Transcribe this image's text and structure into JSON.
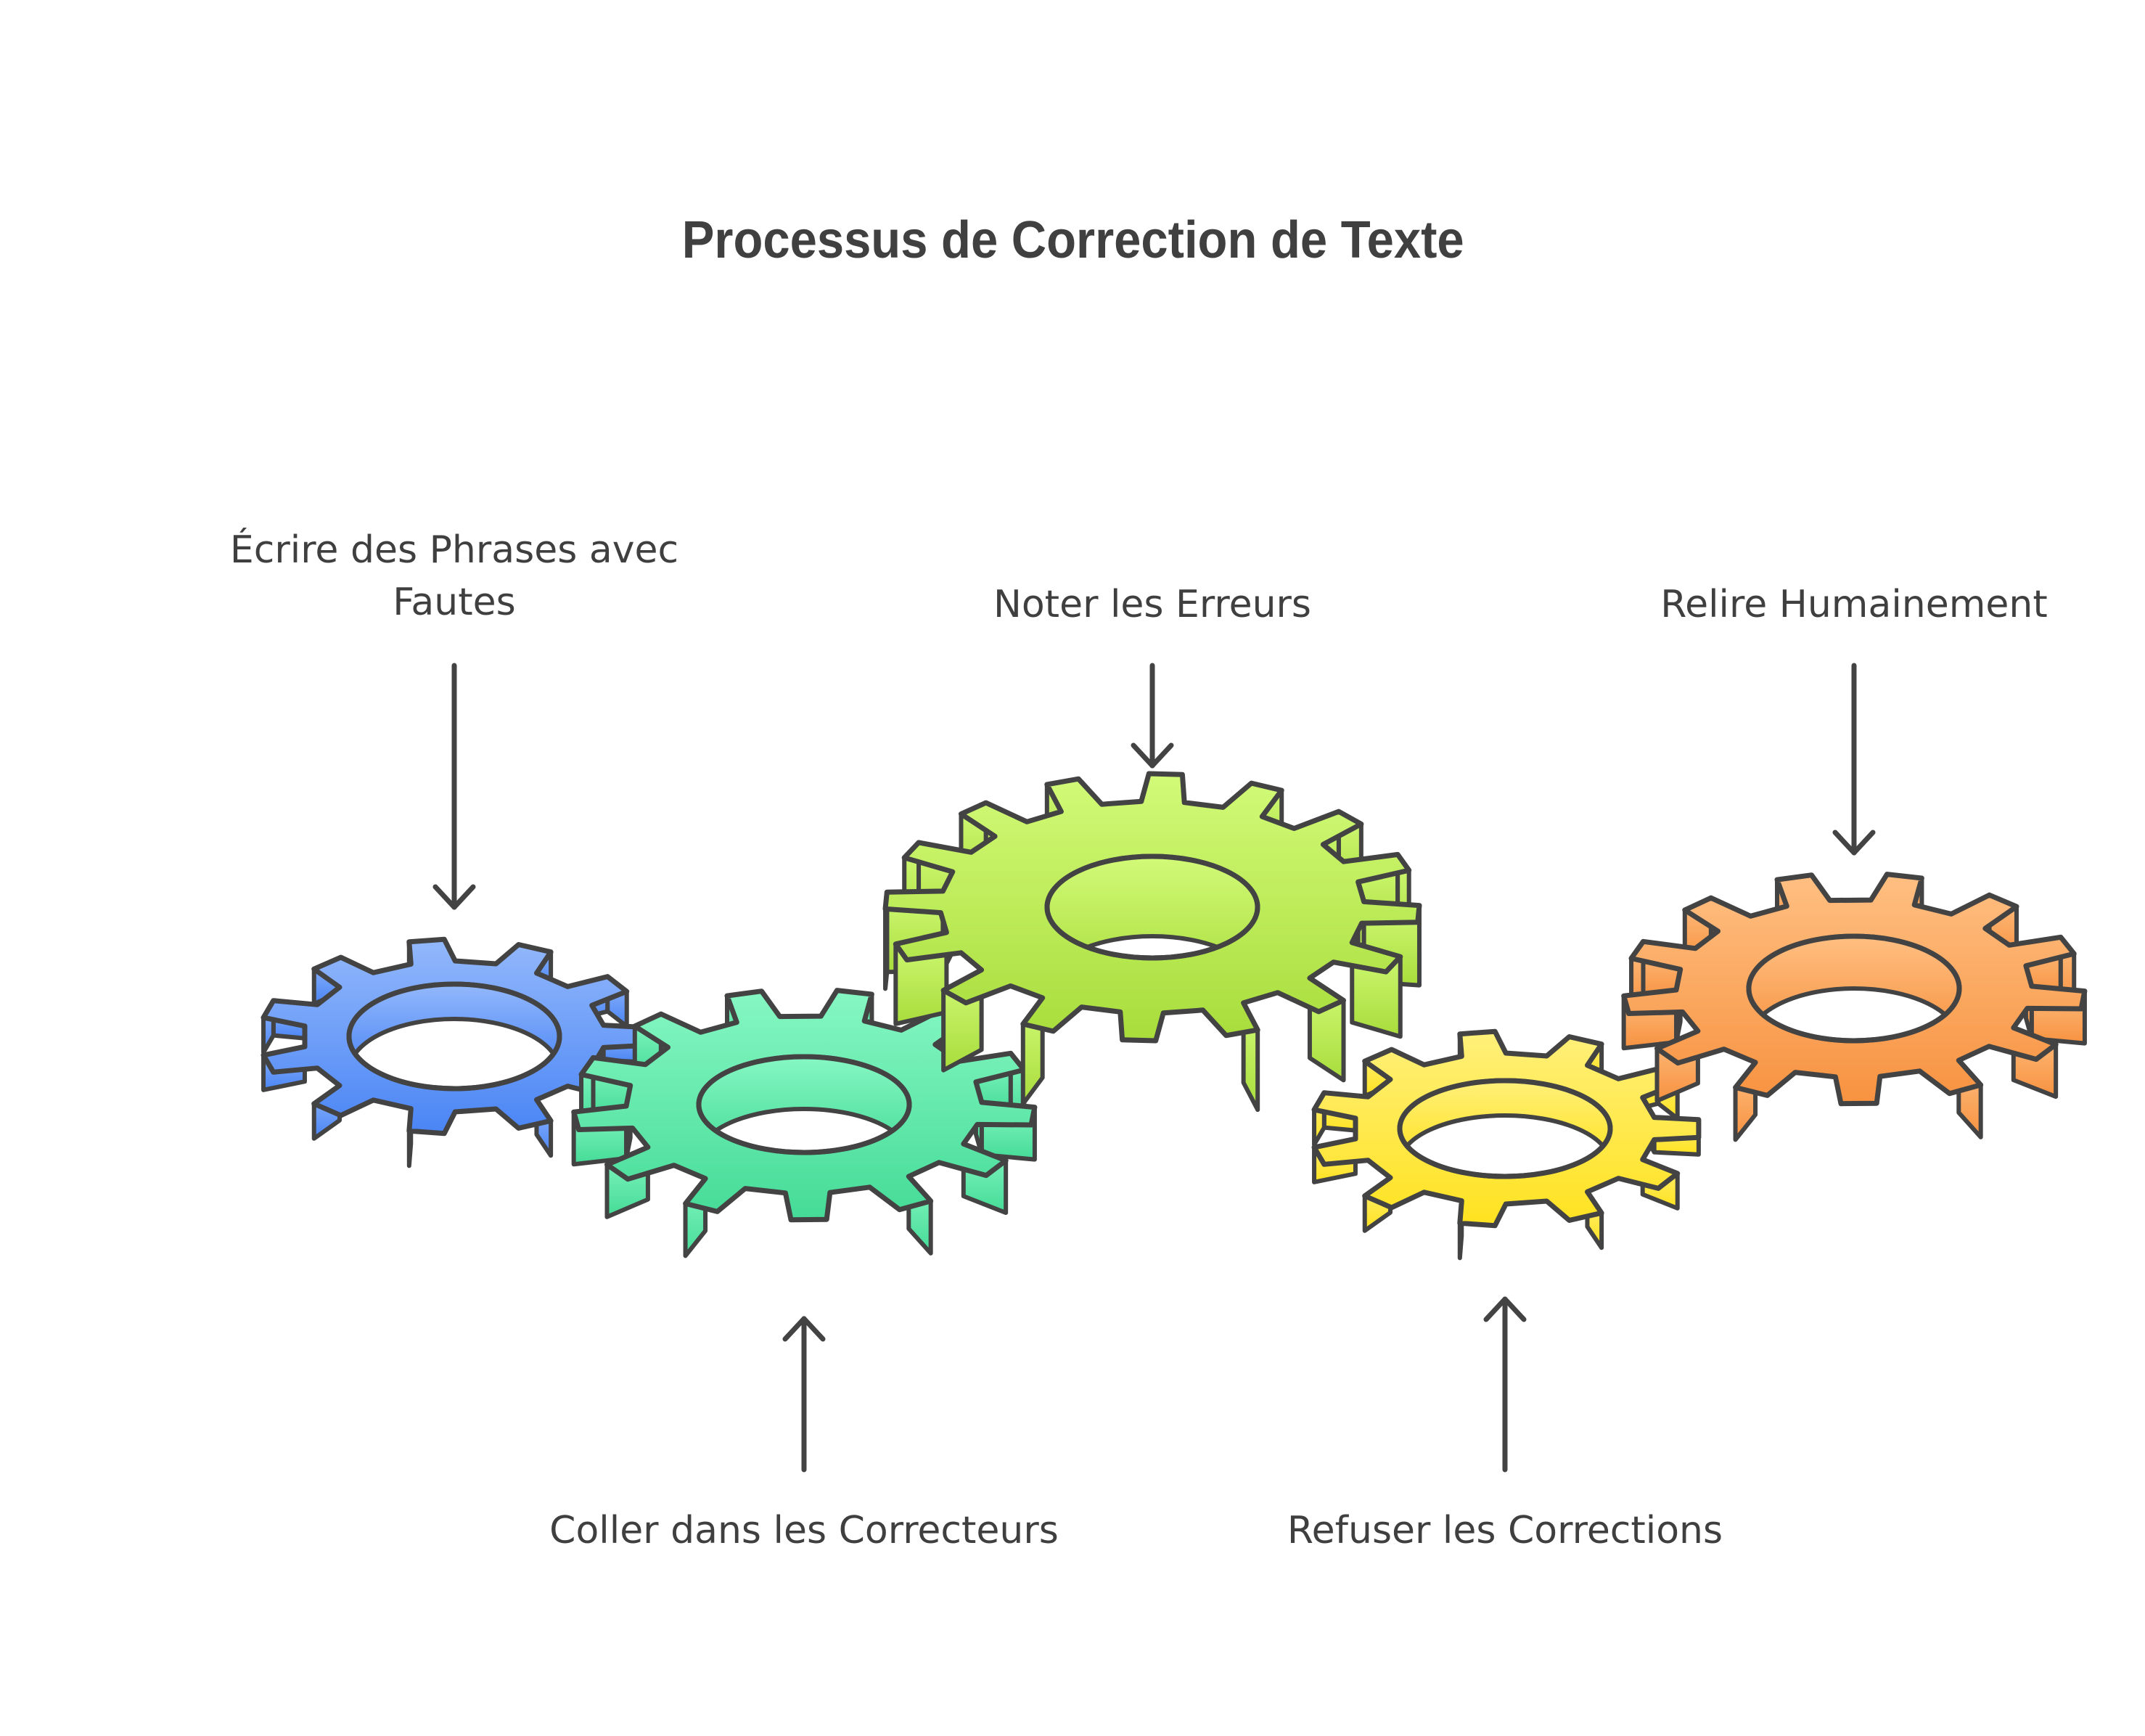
{
  "title": "Processus de Correction de Texte",
  "steps": [
    {
      "label_line1": "Écrire des Phrases avec",
      "label_line2": "Fautes",
      "color_top": "#93b8fb",
      "color_bottom": "#4a85f5"
    },
    {
      "label": "Coller dans les Correcteurs",
      "color_top": "#86f7c3",
      "color_bottom": "#45db97"
    },
    {
      "label": "Noter les Erreurs",
      "color_top": "#d2fa78",
      "color_bottom": "#a8dd3b"
    },
    {
      "label": "Refuser les Corrections",
      "color_top": "#fff07a",
      "color_bottom": "#ffe21f"
    },
    {
      "label": "Relire Humainement",
      "color_top": "#ffbf82",
      "color_bottom": "#f79240"
    }
  ],
  "stroke_color": "#434343",
  "text_color": "#404040"
}
